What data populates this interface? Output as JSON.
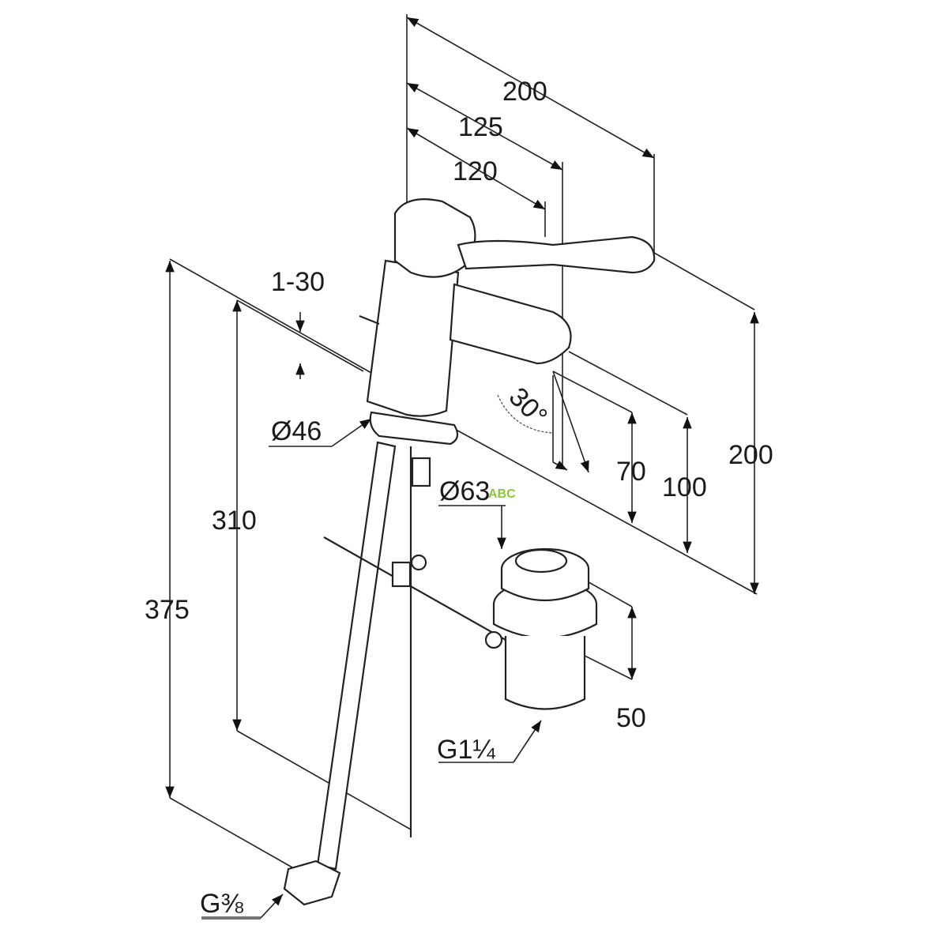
{
  "title": "Basin mixer dimension drawing",
  "dimensions": {
    "top_overall": "200",
    "top_spout": "125",
    "top_spout_inner": "120",
    "lift_rod": "1-30",
    "base_diameter": "Ø46",
    "angle": "30°",
    "spout_height": "70",
    "spout_height_total": "100",
    "right_overall": "200",
    "waste_diameter": "Ø63",
    "waste_tag": "ABC",
    "hose_length": "310",
    "overall_height": "375",
    "waste_height": "50",
    "waste_thread": "G1¼",
    "supply_thread": "G⅜"
  }
}
